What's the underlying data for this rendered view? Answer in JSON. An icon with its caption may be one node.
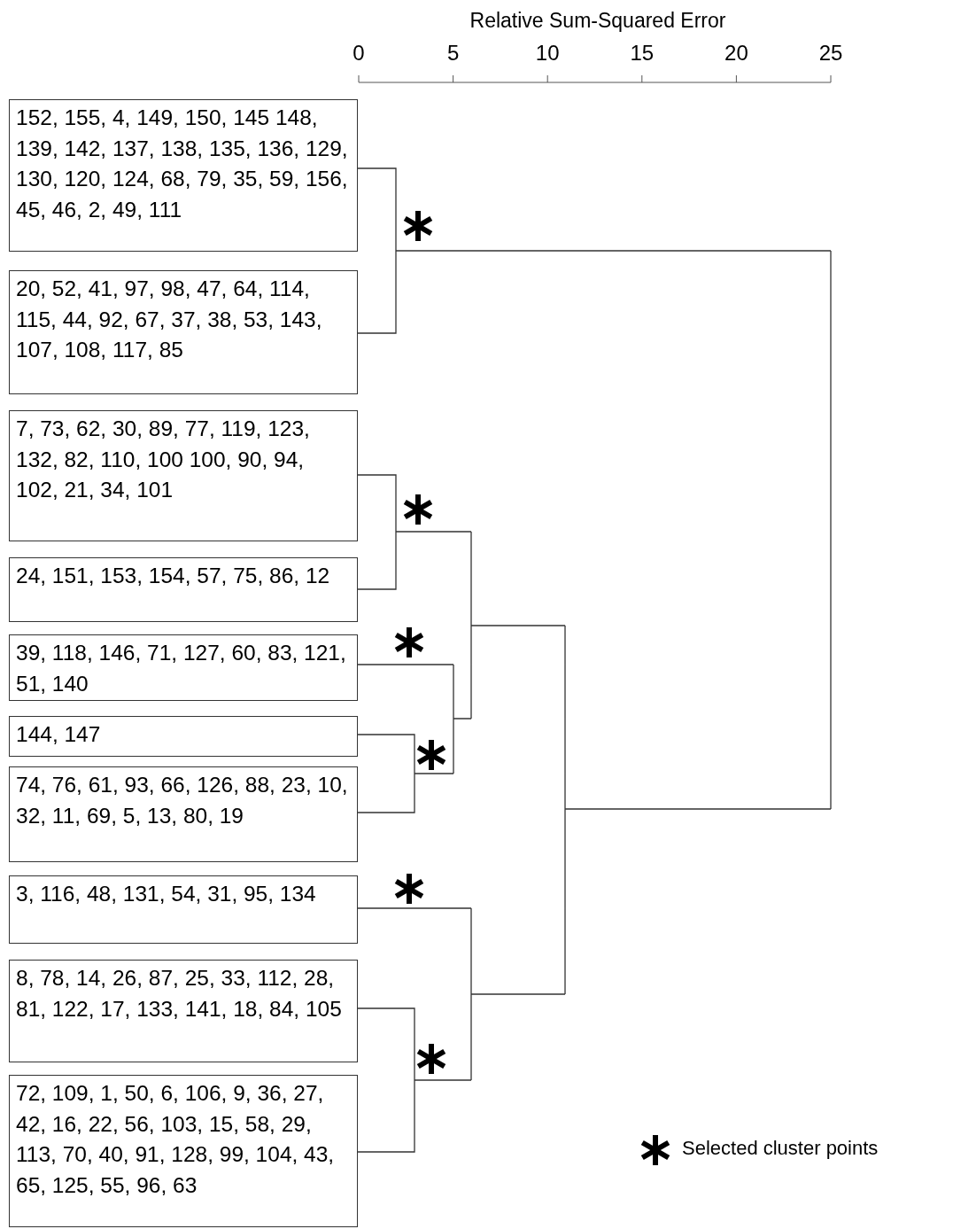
{
  "diagram": {
    "nodes": [
      {
        "text": [
          "152, 155, 4, 149, 150, 145 148, 139, 142, 137, 138, 135, 136, 129, 130, 120, 124, 68, 79, 35, 59, 156, 45, 46, 2, 49, 111"
        ]
      },
      {
        "text": [
          "20, 52, 41, 97, 98, 47, 64, 114, 115, 44, 92, 67, 37, 38, 53, 143, 107, 108, 117, 85"
        ]
      },
      {
        "text": [
          "7, 73, 62, 30, 89, 77, 119, 123, 132, 82, 110, 100 100, 90, 94, 102, 21, 34, 101"
        ]
      },
      {
        "text": [
          "24, 151, 153, 154, 57, 75, 86, 12"
        ]
      },
      {
        "text": [
          "39, 118, 146, 71, 127, 60, 83, 121, 51, 140"
        ]
      },
      {
        "text": [
          "144, 147"
        ]
      },
      {
        "text": [
          "74, 76, 61, 93, 66, 126, 88, 23, 10, 32, 11, 69, 5, 13, 80, 19"
        ]
      },
      {
        "text": [
          "3, 116, 48, 131, 54, 31, 95, 134"
        ]
      },
      {
        "text": [
          "8, 78, 14, 26, 87, 25, 33, 112, 28, 81, 122, 17, 133, 141, 18, 84, 105"
        ]
      },
      {
        "text": [
          "72, 109, 1, 50, 6, 106, 9, 36, 27, 42, 16, 22, 56, 103, 15, 58, 29, 113, 70, 40, 91, 128, 99, 104, 43, 65, 125, 55, 96, 63"
        ]
      }
    ],
    "edges": [
      {
        "from": 0,
        "to": 1,
        "arrow": "none"
      },
      {
        "from": 2,
        "to": 3,
        "arrow": "none"
      },
      {
        "from": 5,
        "to": 6,
        "arrow": "none"
      },
      {
        "from": 8,
        "to": 9,
        "arrow": "none"
      }
    ],
    "labels": [
      "Relative Sum-Squared Error",
      "0",
      "5",
      "10",
      "15",
      "20",
      "25"
    ],
    "legend": [
      {
        "text": "Selected cluster points"
      }
    ]
  }
}
